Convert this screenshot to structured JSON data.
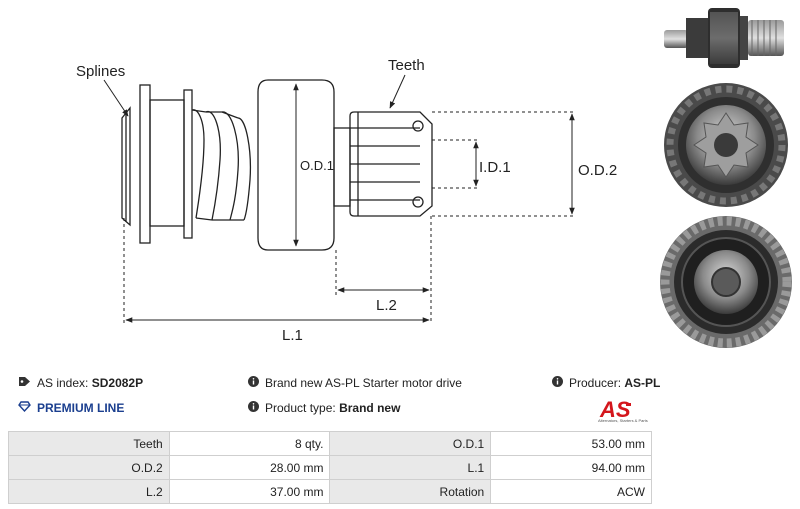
{
  "diagram": {
    "labels": {
      "splines": "Splines",
      "teeth": "Teeth",
      "od1": "O.D.1",
      "od2": "O.D.2",
      "id1": "I.D.1",
      "l1": "L.1",
      "l2": "L.2"
    }
  },
  "photos": {
    "items": [
      "side-view-photo",
      "front-view-photo",
      "back-view-photo"
    ]
  },
  "info": {
    "as_index_label": "AS index:",
    "as_index_value": "SD2082P",
    "premium_line": "PREMIUM LINE",
    "description": "Brand new AS-PL Starter motor drive",
    "product_type_label": "Product type:",
    "product_type_value": "Brand new",
    "producer_label": "Producer:",
    "producer_value": "AS-PL",
    "logo_text": "AS",
    "logo_tagline": "Alternators, Starters & Parts",
    "colors": {
      "premium": "#1b3f8f",
      "logo_red": "#d4161c",
      "header_bg": "#e9e9e9"
    },
    "icons": {
      "as_index": "tag-icon",
      "premium": "diamond-icon",
      "info": "info-icon"
    }
  },
  "specs": {
    "rows": [
      {
        "k1": "Teeth",
        "v1": "8 qty.",
        "k2": "O.D.1",
        "v2": "53.00 mm"
      },
      {
        "k1": "O.D.2",
        "v1": "28.00 mm",
        "k2": "L.1",
        "v2": "94.00 mm"
      },
      {
        "k1": "L.2",
        "v1": "37.00 mm",
        "k2": "Rotation",
        "v2": "ACW"
      }
    ]
  }
}
